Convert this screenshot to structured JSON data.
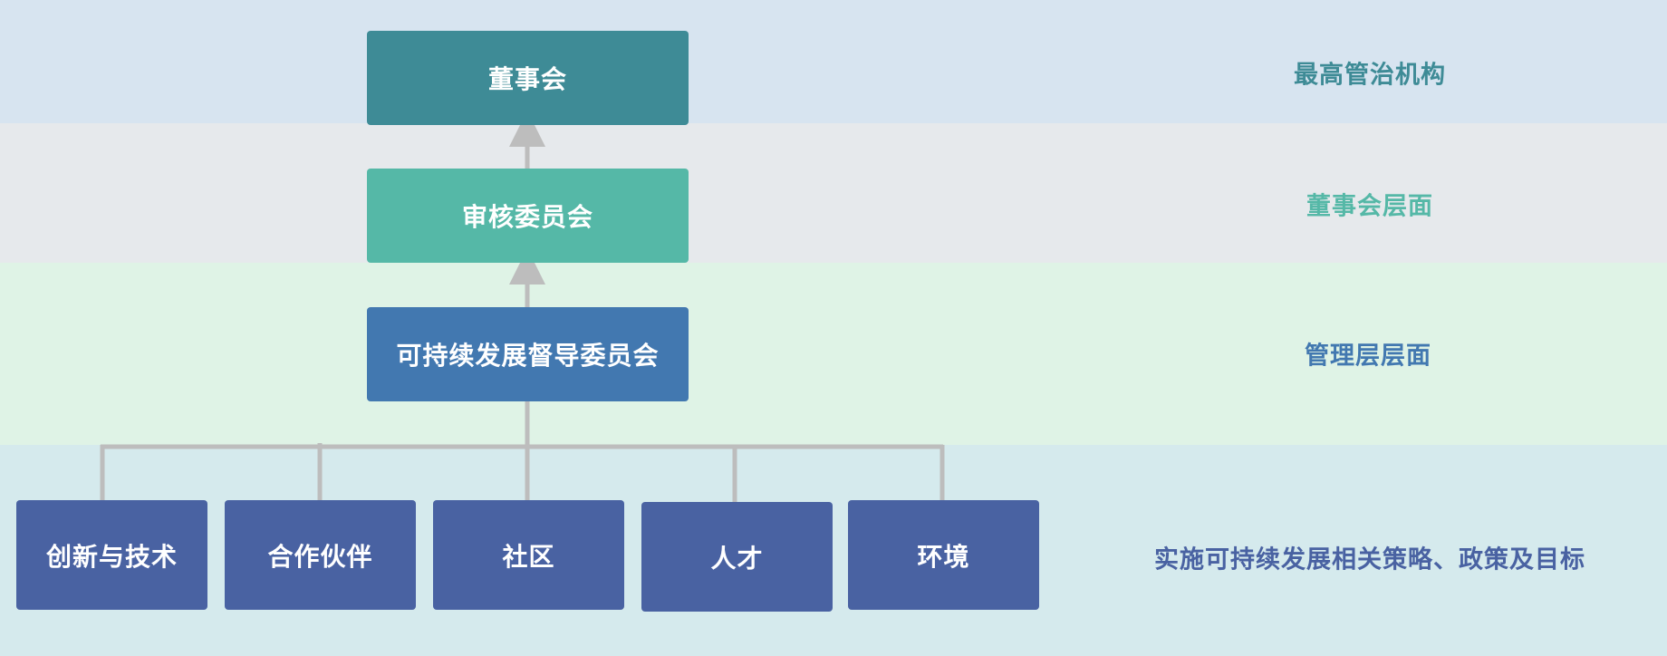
{
  "levels": [
    {
      "label": "最高管治机构",
      "color": "#3e8b96"
    },
    {
      "label": "董事会层面",
      "color": "#55b8a7"
    },
    {
      "label": "管理层层面",
      "color": "#4278b0"
    },
    {
      "label": "实施可持续发展相关策略、政策及目标",
      "color": "#4962a2"
    }
  ],
  "nodes": {
    "board": "董事会",
    "audit_committee": "审核委员会",
    "steering_committee": "可持续发展督导委员会"
  },
  "leaves": [
    "创新与技术",
    "合作伙伴",
    "社区",
    "人才",
    "环境"
  ],
  "colors": {
    "connector": "#bdbdbd",
    "board": "#3e8b96",
    "audit": "#55b8a7",
    "steering": "#4278b0",
    "leaf": "#4962a2"
  }
}
